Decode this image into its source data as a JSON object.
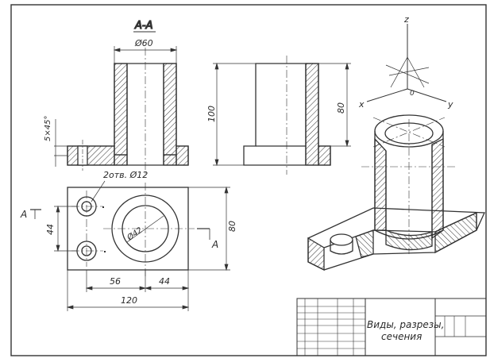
{
  "section_label": "А-А",
  "dimensions": {
    "top_diameter": "Ø60",
    "chamfer": "5×45°",
    "overall_height": "100",
    "bore_height": "80",
    "holes_note": "2отв. Ø12",
    "bore_diameter": "Ø42",
    "hole_spacing": "44",
    "plan_height": "80",
    "dim_56": "56",
    "dim_44_bottom": "44",
    "overall_length": "120"
  },
  "cut_markers": {
    "left": "А",
    "right": "А"
  },
  "axes": {
    "z": "z",
    "x": "x",
    "y": "y",
    "origin": "0"
  },
  "title_block": {
    "line1": "Виды, разрезы,",
    "line2": "сечения"
  }
}
